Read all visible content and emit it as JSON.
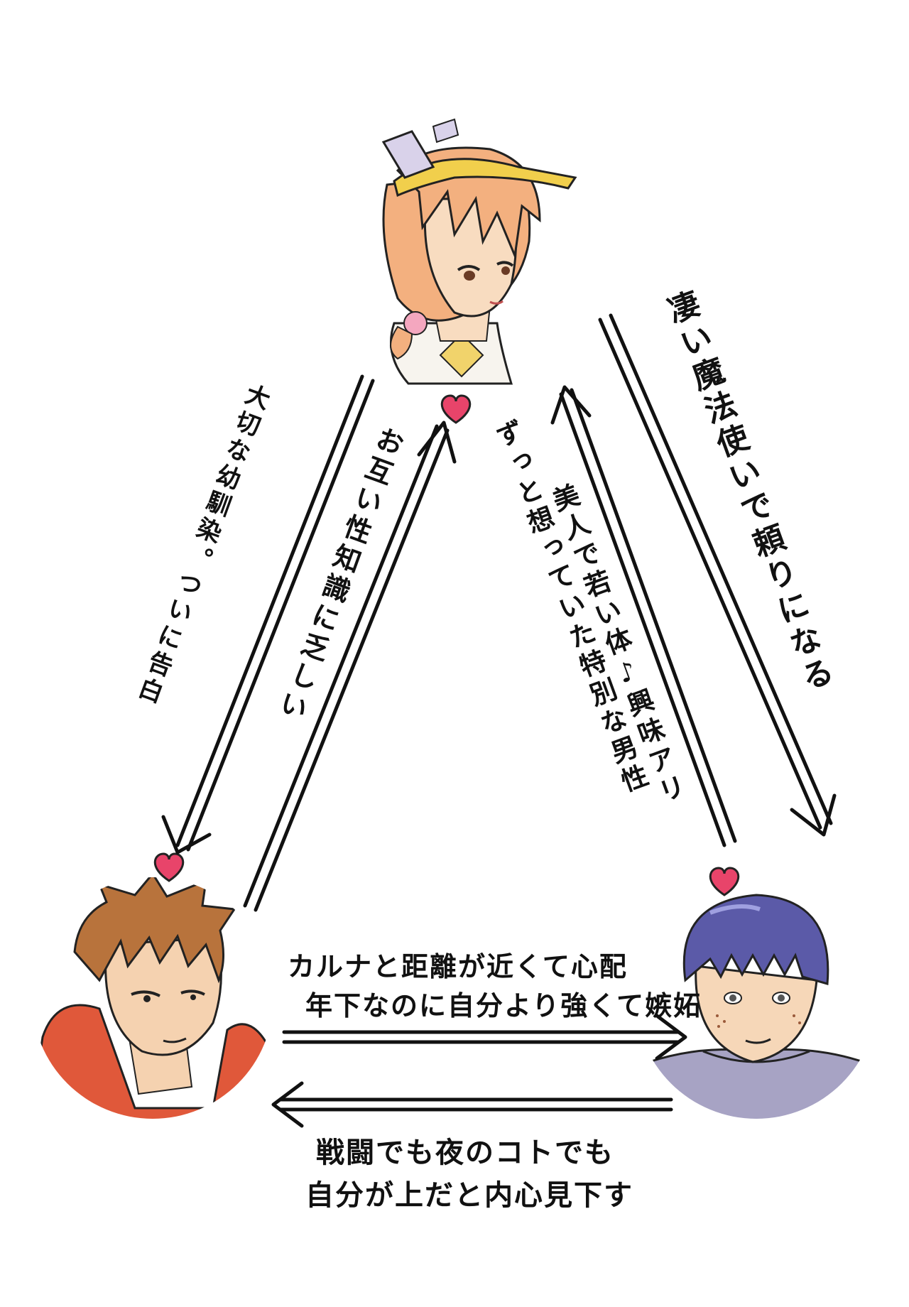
{
  "labels": {
    "girl_to_boy_a": "大切な幼馴染。ついに告白",
    "boy_a_to_girl": "お互い性知識に乏しい",
    "girl_thinking_of_b": "ずっと想っていた特別な男性",
    "boy_b_to_girl": "美人で若い体♪興味アリ",
    "girl_to_boy_b": "凄い魔法使いで頼りになる",
    "a_to_b_line1": "カルナと距離が近くて心配",
    "a_to_b_line2": "年下なのに自分より強くて嫉妬",
    "b_to_a_line1": "戦闘でも夜のコトでも",
    "b_to_a_line2": "自分が上だと内心見下す"
  },
  "characters": {
    "top": "blonde-nurse-girl",
    "left": "brown-haired-boy",
    "right": "purple-haired-boy"
  },
  "colors": {
    "heart": "#e8446a",
    "girl_hair": "#f3b07f",
    "boy_a_hair": "#b8733c",
    "boy_a_jacket": "#e0583a",
    "boy_b_hair": "#5b5aa8",
    "boy_b_robe": "#a7a3c4",
    "skin": "#f8dcc0"
  }
}
